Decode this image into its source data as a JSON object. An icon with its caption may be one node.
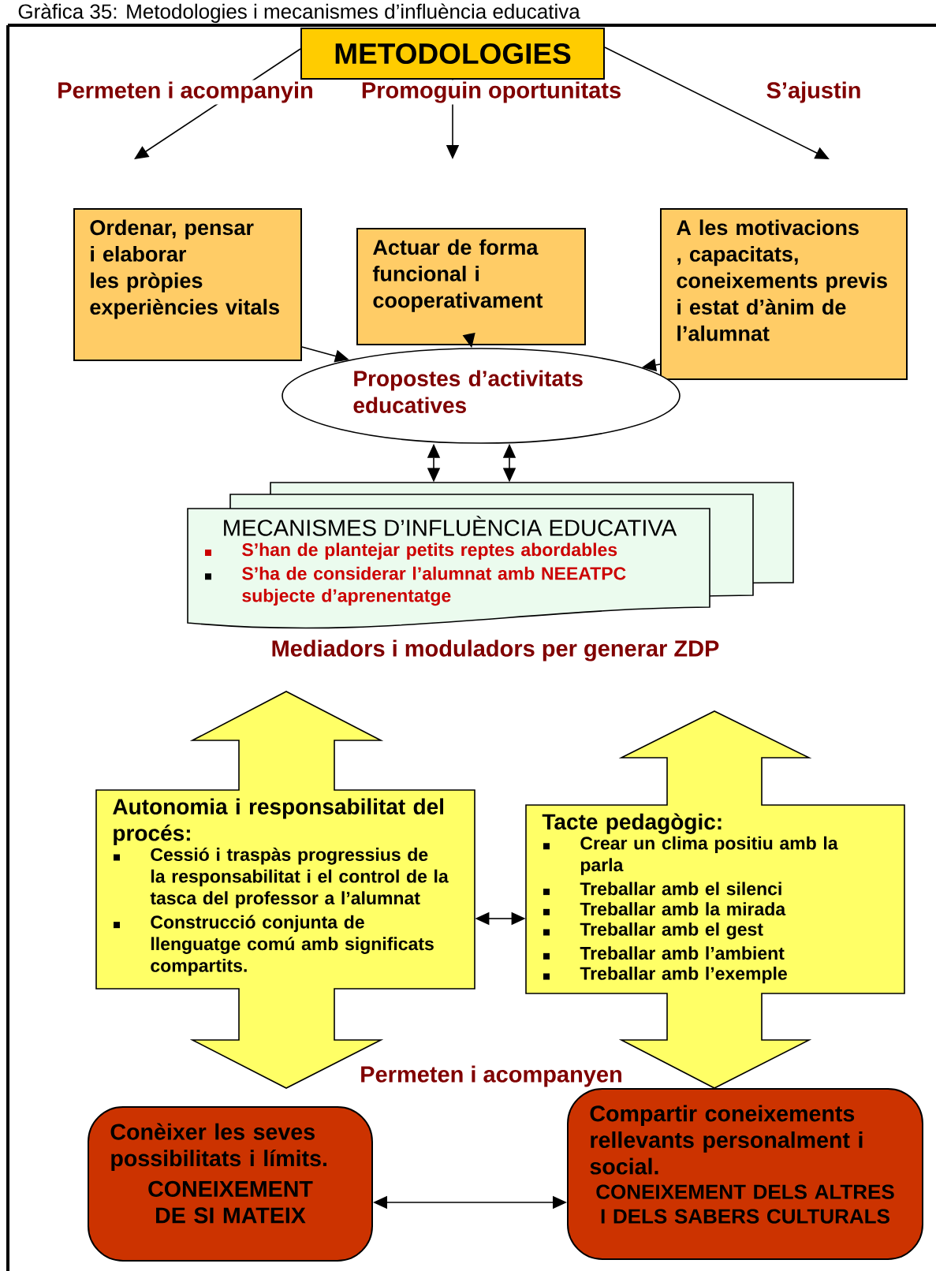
{
  "diagram": {
    "caption": "Gràfica 35: Metodologies i mecanismes d’influència educativa",
    "nodes": [
      {
        "text": [
          "METODOLOGIES"
        ]
      },
      {
        "text": [
          "Ordenar, pensar i elaborar les pròpies experiències vitals"
        ]
      },
      {
        "text": [
          "Actuar de forma funcional i cooperativament"
        ]
      },
      {
        "text": [
          "A les motivacions , capacitats, coneixements previs i estat d’ànim de l’alumnat"
        ]
      },
      {
        "text": [
          "Propostes d’activitats educatives"
        ]
      },
      {
        "text": [
          "MECANISMES D’INFLUÈNCIA EDUCATIVA",
          "S’han de plantejar petits reptes abordables",
          "S’ha de considerar l’alumnat amb NEEATPC subjecte d’aprenentatge"
        ],
        "beside": [
          "Mediadors i moduladors per generar ZDP"
        ]
      },
      {
        "text": [
          "Autonomia i responsabilitat del procés:",
          "Cessió i traspàs progressius de la responsabilitat i el control de la tasca del professor a l’alumnat",
          "Construcció conjunta de llenguatge comú amb significats compartits."
        ]
      },
      {
        "text": [
          "Tacte pedagògic:",
          "Crear un clima positiu amb la parla",
          "Treballar amb el silenci",
          "Treballar amb la mirada",
          "Treballar amb el gest",
          "Treballar amb l’ambient",
          "Treballar amb l’exemple"
        ]
      },
      {
        "text": [
          "Conèixer les seves possibilitats i límits.",
          "CONEIXEMENT DE SI MATEIX"
        ]
      },
      {
        "text": [
          "Compartir coneixements rellevants personalment i social.",
          "CONEIXEMENT DELS ALTRES I DELS SABERS CULTURALS"
        ]
      }
    ],
    "edges": [
      {
        "from": 0,
        "to": null,
        "arrow": "to",
        "label": "Permeten i acompanyin"
      },
      {
        "from": 0,
        "to": null,
        "arrow": "to",
        "label": "Promoguin oportunitats"
      },
      {
        "from": 0,
        "to": null,
        "arrow": "to",
        "label": "S’ajustin"
      },
      {
        "from": 1,
        "to": 4,
        "arrow": "to"
      },
      {
        "from": 2,
        "to": 4,
        "arrow": "to"
      },
      {
        "from": 3,
        "to": 4,
        "arrow": "to"
      },
      {
        "from": 4,
        "to": 5,
        "arrow": "both"
      },
      {
        "from": 4,
        "to": 5,
        "arrow": "both"
      },
      {
        "from": 6,
        "to": 7,
        "arrow": "both"
      },
      {
        "from": 8,
        "to": 9,
        "arrow": "both"
      }
    ],
    "labels": [
      "Permeten i acompanyen"
    ]
  }
}
